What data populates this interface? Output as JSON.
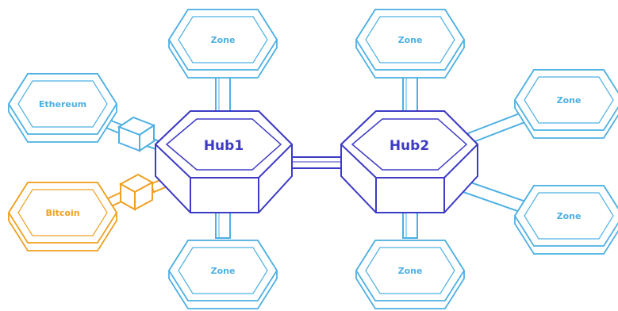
{
  "hubs": {
    "hub1": "Hub1",
    "hub2": "Hub2"
  },
  "zones": {
    "hub1_top": "Zone",
    "hub1_bottom": "Zone",
    "ethereum": "Ethereum",
    "bitcoin": "Bitcoin",
    "hub2_top": "Zone",
    "hub2_bottom": "Zone",
    "hub2_right_upper": "Zone",
    "hub2_right_lower": "Zone"
  },
  "colors": {
    "hub": "#3d3bc4",
    "zone": "#4eb0e3",
    "bitcoin": "#f0a020"
  }
}
